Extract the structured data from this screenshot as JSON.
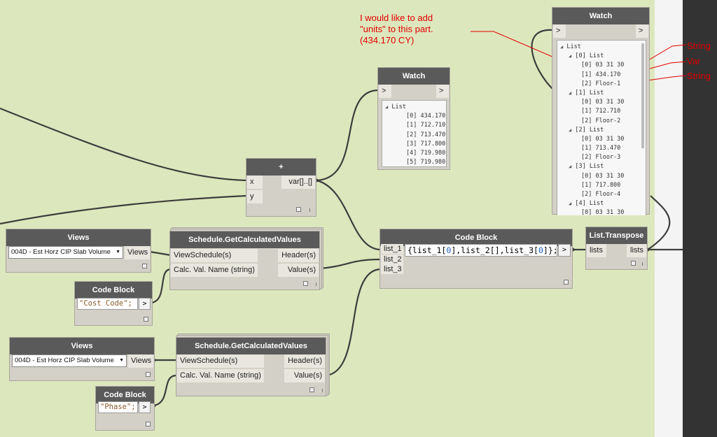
{
  "annotation": {
    "line1": "I would like to add",
    "line2": "\"units\" to this part.",
    "line3": "(434.170 CY)"
  },
  "labels_right": {
    "string_a": "String",
    "var": "Var",
    "string_b": "String"
  },
  "watch_small": {
    "title": "Watch",
    "in_port": ">",
    "out_port": ">",
    "root": "List",
    "items": [
      "[0] 434.170",
      "[1] 712.710",
      "[2] 713.470",
      "[3] 717.800",
      "[4] 719.980",
      "[5] 719.980"
    ]
  },
  "watch_large": {
    "title": "Watch",
    "in_port": ">",
    "out_port": ">",
    "root": "List",
    "groups": [
      {
        "label": "[0] List",
        "items": [
          "[0] 03 31 30",
          "[1] 434.170",
          "[2] Floor-1"
        ]
      },
      {
        "label": "[1] List",
        "items": [
          "[0] 03 31 30",
          "[1] 712.710",
          "[2] Floor-2"
        ]
      },
      {
        "label": "[2] List",
        "items": [
          "[0] 03 31 30",
          "[1] 713.470",
          "[2] Floor-3"
        ]
      },
      {
        "label": "[3] List",
        "items": [
          "[0] 03 31 30",
          "[1] 717.800",
          "[2] Floor-4"
        ]
      },
      {
        "label": "[4] List",
        "items": [
          "[0] 03 31 30"
        ]
      }
    ]
  },
  "add_node": {
    "title": "+",
    "in_x": "x",
    "in_y": "y",
    "out": "var[]..[]"
  },
  "views1": {
    "title": "Views",
    "value": "004D - Est Horz CIP Slab Volume",
    "out": "Views"
  },
  "views2": {
    "title": "Views",
    "value": "004D - Est Horz CIP Slab Volume",
    "out": "Views"
  },
  "sched1": {
    "title": "Schedule.GetCalculatedValues",
    "in1": "ViewSchedule(s)",
    "in2": "Calc. Val. Name (string)",
    "out1": "Header(s)",
    "out2": "Value(s)"
  },
  "sched2": {
    "title": "Schedule.GetCalculatedValues",
    "in1": "ViewSchedule(s)",
    "in2": "Calc. Val. Name (string)",
    "out1": "Header(s)",
    "out2": "Value(s)"
  },
  "code_cost": {
    "title": "Code Block",
    "code": "\"Cost Code\";",
    "out": ">"
  },
  "code_phase": {
    "title": "Code Block",
    "code": "\"Phase\";",
    "out": ">"
  },
  "code_main": {
    "title": "Code Block",
    "in1": "list_1",
    "in2": "list_2",
    "in3": "list_3",
    "c1": "{list_1[",
    "i1": "0",
    "c2": "],list_2[],list_3[",
    "i2": "0",
    "c3": "]};",
    "out": ">"
  },
  "transpose": {
    "title": "List.Transpose",
    "in": "lists",
    "out": "lists"
  },
  "colors": {
    "canvas": "#dde7bd",
    "node_header": "#5a5a5a",
    "node_body": "#d3d0c7",
    "wire": "#3d3d3d",
    "annotation": "#e00000"
  }
}
